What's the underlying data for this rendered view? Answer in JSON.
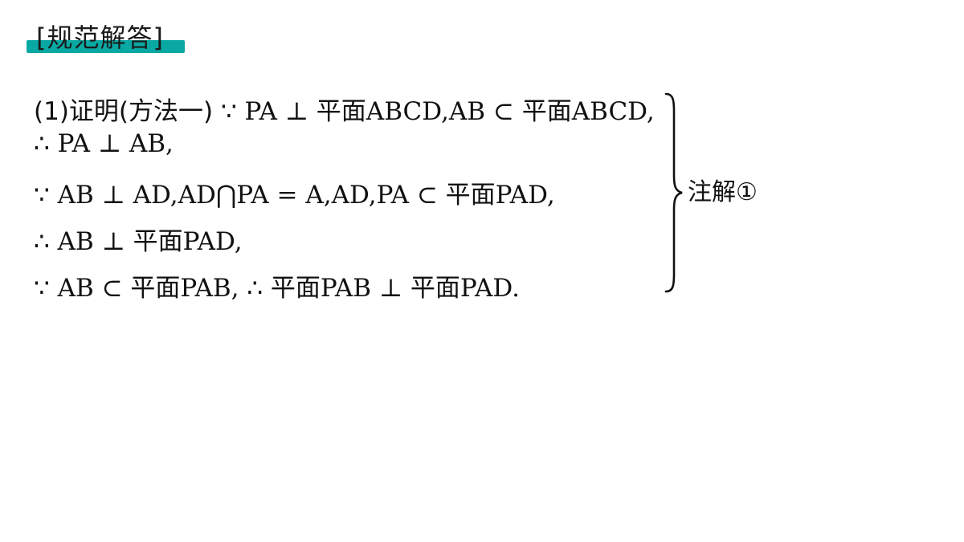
{
  "header": {
    "title": "[规范解答]"
  },
  "proof": {
    "lines": [
      {
        "lead": "(1)证明(方法一) ",
        "math": "∵ PA ⊥ 平面ABCD,AB ⊂ 平面ABCD,"
      },
      {
        "lead": "",
        "math": "∴ PA ⊥ AB,"
      },
      {
        "lead": "",
        "math": "∵ AB ⊥ AD,AD⋂PA = A,AD,PA ⊂ 平面PAD,"
      },
      {
        "lead": "",
        "math": "∴ AB ⊥ 平面PAD,"
      },
      {
        "lead": "",
        "math": "∵ AB ⊂ 平面PAB, ∴ 平面PAB ⊥ 平面PAD."
      }
    ]
  },
  "annotation": {
    "label": "注解①"
  },
  "colors": {
    "accent": "#0aa8a3",
    "text": "#111111",
    "background": "#ffffff"
  }
}
